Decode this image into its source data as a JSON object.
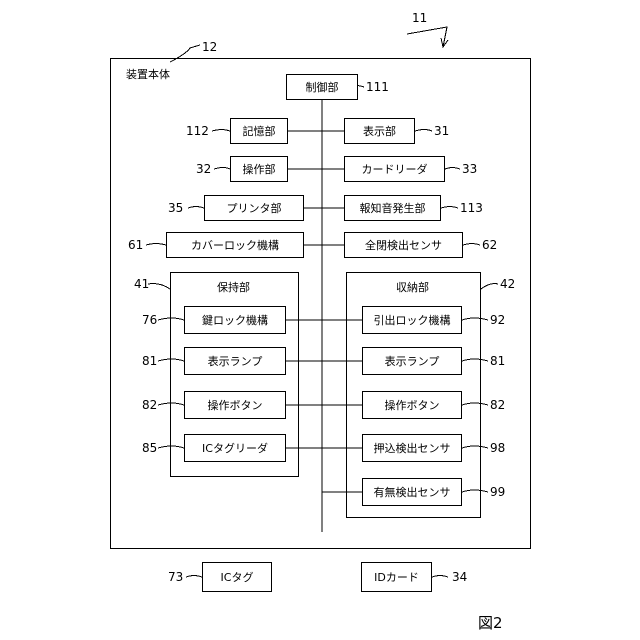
{
  "figure_label": "図2",
  "device": {
    "title": "装置本体",
    "ref": "12",
    "system_ref": "11"
  },
  "control": {
    "label": "制御部",
    "ref": "111"
  },
  "left_units": [
    {
      "label": "記憶部",
      "ref": "112"
    },
    {
      "label": "操作部",
      "ref": "32"
    },
    {
      "label": "プリンタ部",
      "ref": "35"
    },
    {
      "label": "カバーロック機構",
      "ref": "61"
    }
  ],
  "right_units": [
    {
      "label": "表示部",
      "ref": "31"
    },
    {
      "label": "カードリーダ",
      "ref": "33"
    },
    {
      "label": "報知音発生部",
      "ref": "113"
    },
    {
      "label": "全閉検出センサ",
      "ref": "62"
    }
  ],
  "holding": {
    "title": "保持部",
    "ref": "41",
    "items": [
      {
        "label": "鍵ロック機構",
        "ref": "76"
      },
      {
        "label": "表示ランプ",
        "ref": "81"
      },
      {
        "label": "操作ボタン",
        "ref": "82"
      },
      {
        "label": "ICタグリーダ",
        "ref": "85"
      }
    ]
  },
  "storage": {
    "title": "収納部",
    "ref": "42",
    "items": [
      {
        "label": "引出ロック機構",
        "ref": "92"
      },
      {
        "label": "表示ランプ",
        "ref": "81"
      },
      {
        "label": "操作ボタン",
        "ref": "82"
      },
      {
        "label": "押込検出センサ",
        "ref": "98"
      },
      {
        "label": "有無検出センサ",
        "ref": "99"
      }
    ]
  },
  "external": [
    {
      "label": "ICタグ",
      "ref": "73"
    },
    {
      "label": "IDカード",
      "ref": "34"
    }
  ]
}
